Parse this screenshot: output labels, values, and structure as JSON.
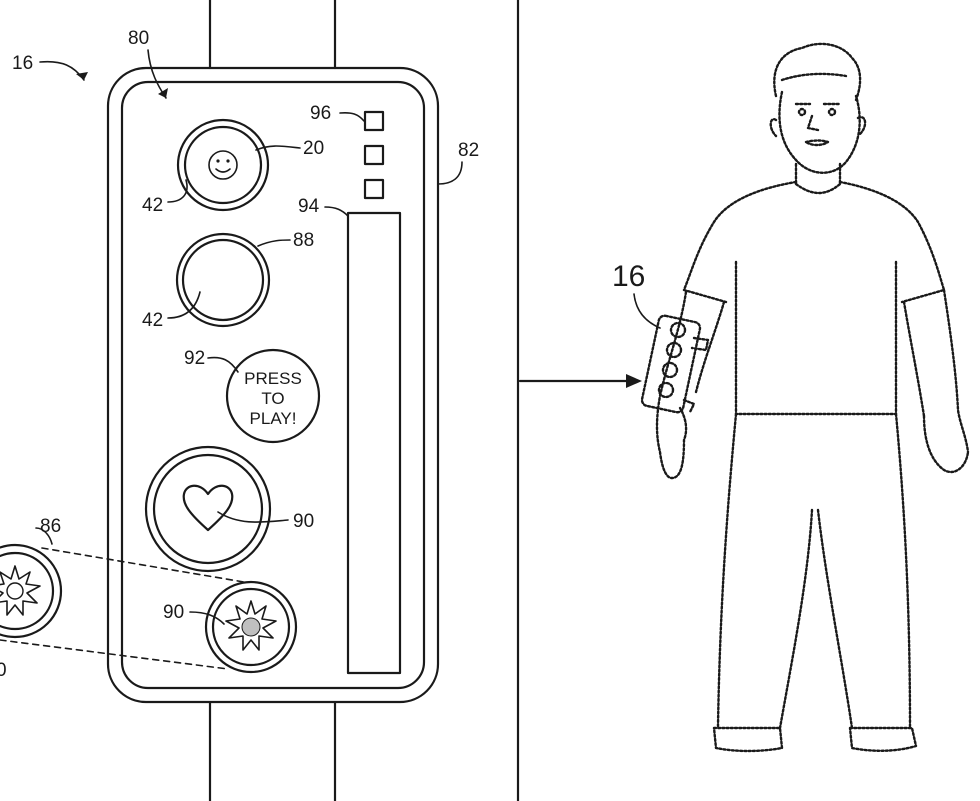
{
  "labels": {
    "device_ref": "16",
    "panel_ref": "80",
    "housing_ref": "82",
    "emoji_button_ref": "20",
    "ring_ref_top": "42",
    "ring_ref_mid": "42",
    "empty_button_ref": "88",
    "play_button_ref": "92",
    "heart_button_ref": "90",
    "star_button_ref": "90",
    "detached_button_ref": "86",
    "detached_partial_ref": "0",
    "meter_ref": "94",
    "indicator_ref": "96",
    "wrist_device_ref": "16"
  },
  "play_button": {
    "line1": "PRESS",
    "line2": "TO",
    "line3": "PLAY!"
  }
}
